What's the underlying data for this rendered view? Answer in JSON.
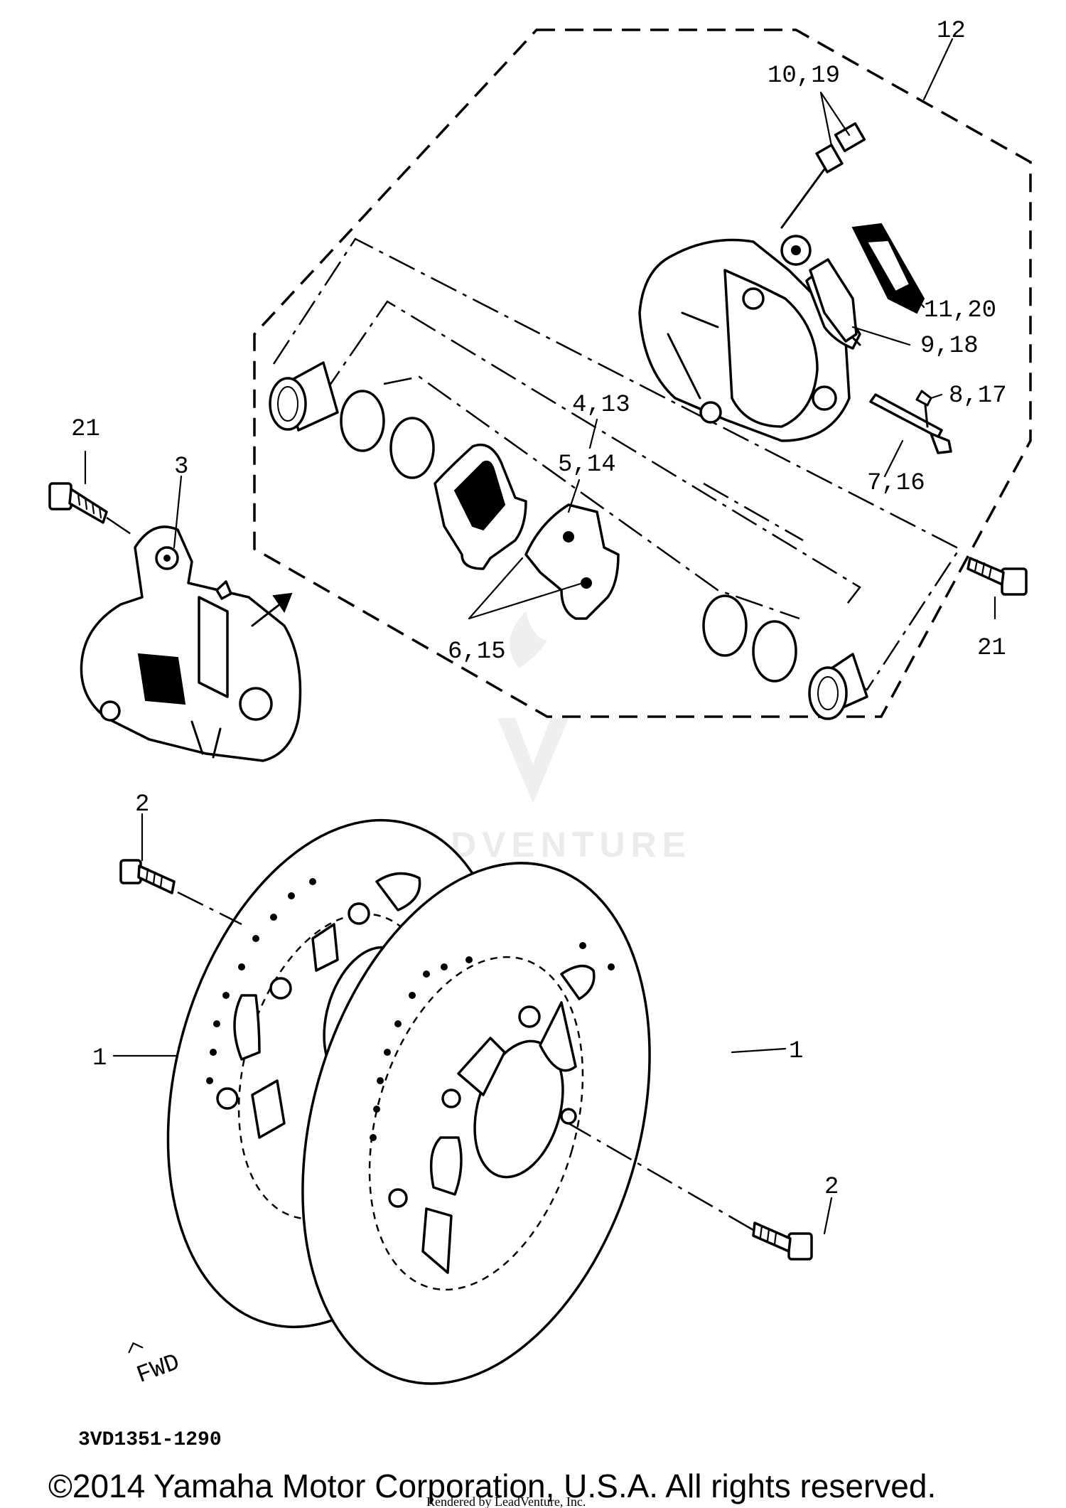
{
  "diagram": {
    "callouts": {
      "c12": "12",
      "c10_19": "10,19",
      "c11_20": "11,20",
      "c9_18": "9,18",
      "c8_17": "8,17",
      "c4_13": "4,13",
      "c5_14": "5,14",
      "c7_16": "7,16",
      "c21_left": "21",
      "c21_right": "21",
      "c3": "3",
      "c6_15": "6,15",
      "c2_top": "2",
      "c2_bottom": "2",
      "c1_left": "1",
      "c1_right": "1"
    },
    "fwd_mark": "FWD",
    "drawing_code": "3VD1351-1290"
  },
  "watermark": {
    "text": "LEADVENTURE"
  },
  "footer": {
    "copyright": "©2014 Yamaha Motor Corporation, U.S.A. All rights reserved.",
    "rendered_by": "Rendered by LeadVenture, Inc."
  }
}
